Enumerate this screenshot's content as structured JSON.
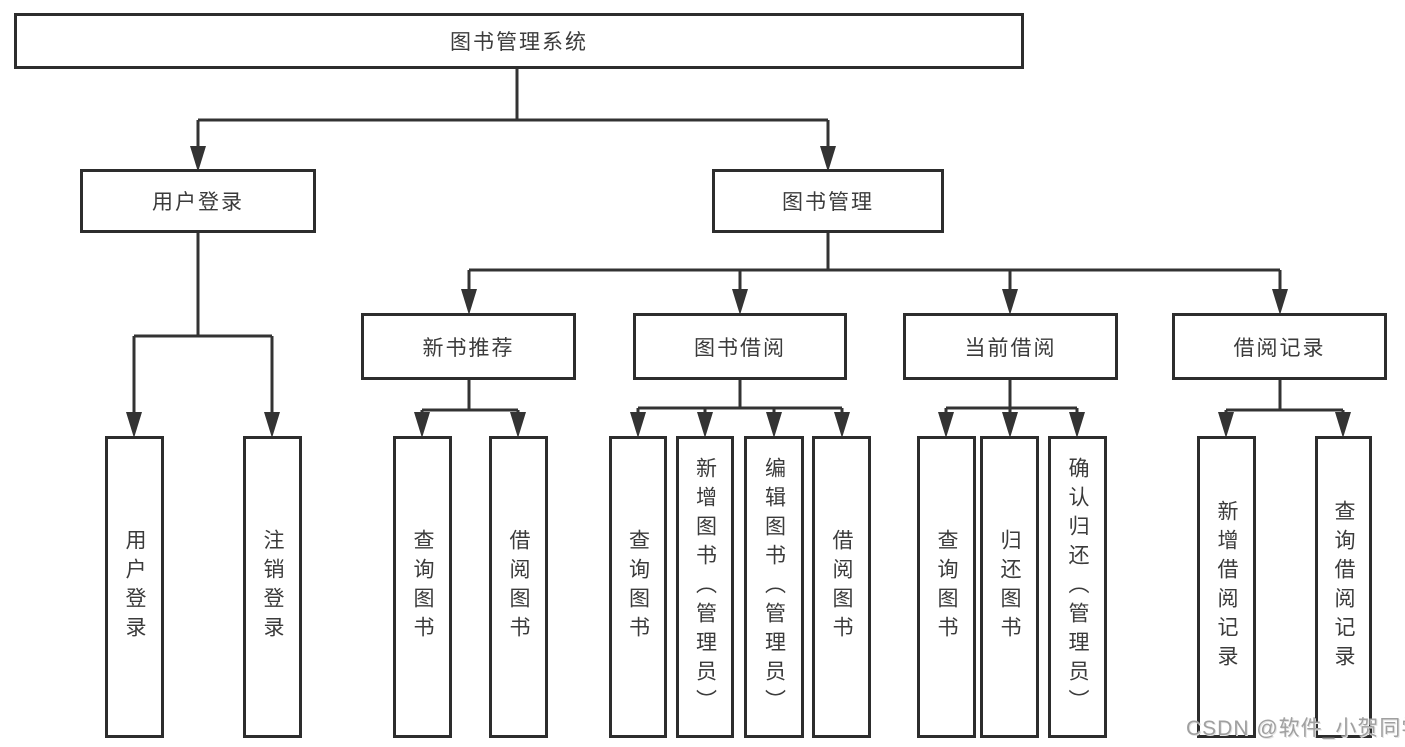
{
  "diagram": {
    "type": "org-tree",
    "colors": {
      "line": "#333333",
      "box_border": "#2d2d2d",
      "box_fill": "#ffffff",
      "text": "#3b3b3b",
      "watermark": "#a0a0a0",
      "background": "#ffffff"
    },
    "tree": {
      "root": {
        "label": "图书管理系统"
      },
      "level2": [
        {
          "label": "用户登录",
          "children": [
            {
              "label": "用户登录"
            },
            {
              "label": "注销登录"
            }
          ]
        },
        {
          "label": "图书管理",
          "children": [
            {
              "label": "新书推荐",
              "children": [
                {
                  "label": "查询图书"
                },
                {
                  "label": "借阅图书"
                }
              ]
            },
            {
              "label": "图书借阅",
              "children": [
                {
                  "label": "查询图书"
                },
                {
                  "label": "新增图书（管理员）"
                },
                {
                  "label": "编辑图书（管理员）"
                },
                {
                  "label": "借阅图书"
                }
              ]
            },
            {
              "label": "当前借阅",
              "children": [
                {
                  "label": "查询图书"
                },
                {
                  "label": "归还图书"
                },
                {
                  "label": "确认归还（管理员）"
                }
              ]
            },
            {
              "label": "借阅记录",
              "children": [
                {
                  "label": "新增借阅记录"
                },
                {
                  "label": "查询借阅记录"
                }
              ]
            }
          ]
        }
      ]
    },
    "watermark": "CSDN @软件_小贺同学"
  }
}
